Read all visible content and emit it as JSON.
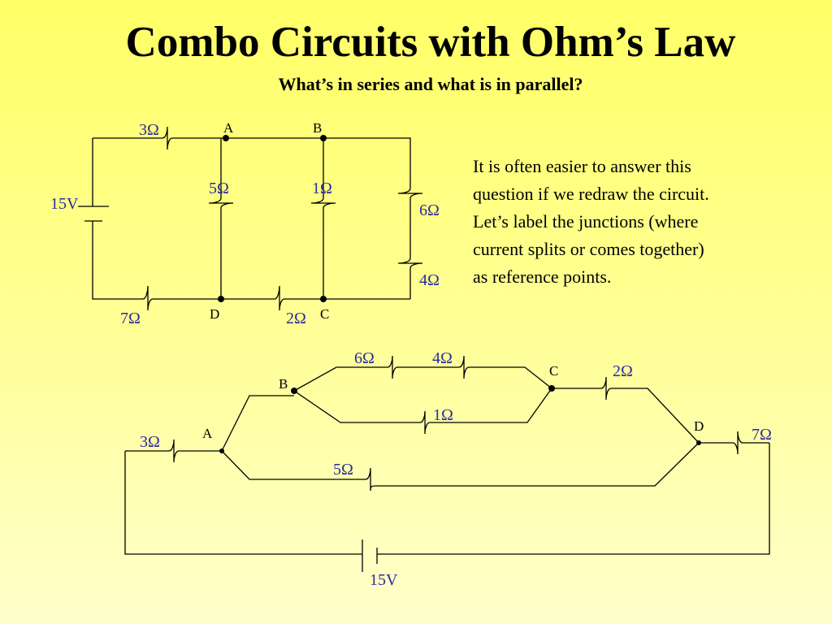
{
  "slide": {
    "title": "Combo Circuits with Ohm’s Law",
    "subtitle": "What’s in series and what is in parallel?",
    "explanation": [
      "It is often easier to answer this",
      "question if we redraw the circuit.",
      "Let’s label the junctions (where",
      "current splits or comes together)",
      "as reference points."
    ]
  },
  "circuit1": {
    "battery": "15V",
    "resistors": {
      "r3": "3Ω",
      "r5": "5Ω",
      "r1": "1Ω",
      "r6": "6Ω",
      "r4": "4Ω",
      "r7": "7Ω",
      "r2": "2Ω"
    },
    "junctions": {
      "a": "A",
      "b": "B",
      "c": "C",
      "d": "D"
    }
  },
  "circuit2": {
    "battery": "15V",
    "resistors": {
      "r6": "6Ω",
      "r4": "4Ω",
      "r2": "2Ω",
      "r1": "1Ω",
      "r3": "3Ω",
      "r7": "7Ω",
      "r5": "5Ω"
    },
    "junctions": {
      "a": "A",
      "b": "B",
      "c": "C",
      "d": "D"
    }
  },
  "colors": {
    "label": "#2b2b9c",
    "wire": "#000000"
  }
}
